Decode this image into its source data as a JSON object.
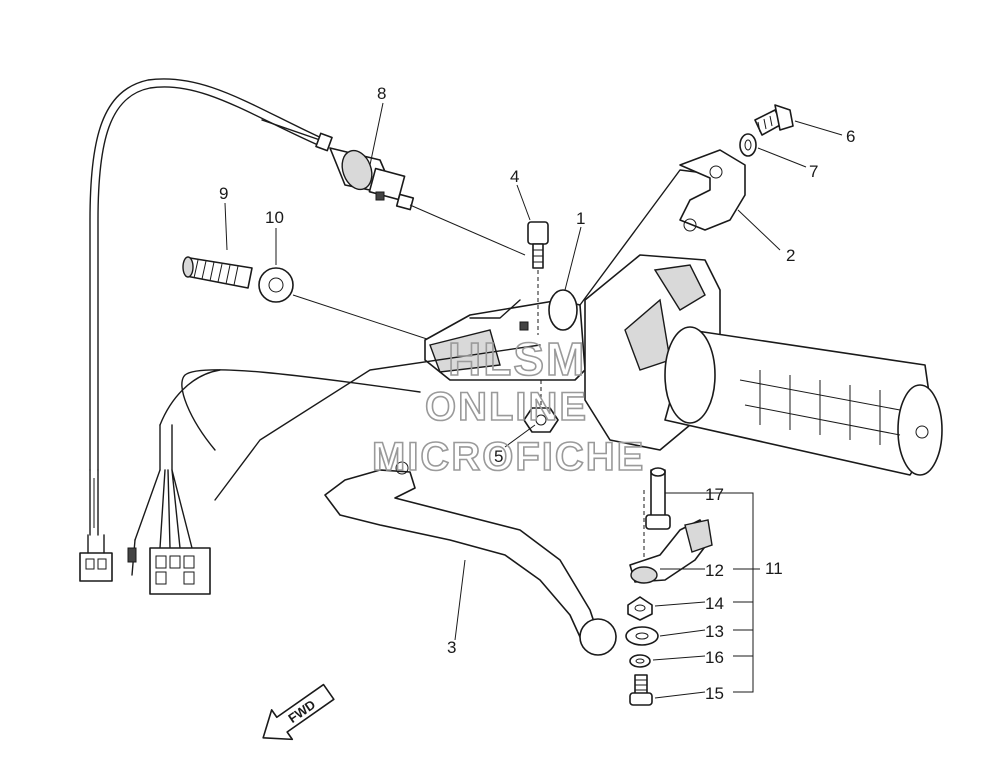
{
  "callouts": [
    {
      "id": "1",
      "label": "1"
    },
    {
      "id": "2",
      "label": "2"
    },
    {
      "id": "3",
      "label": "3"
    },
    {
      "id": "4",
      "label": "4"
    },
    {
      "id": "5",
      "label": "5"
    },
    {
      "id": "6",
      "label": "6"
    },
    {
      "id": "7",
      "label": "7"
    },
    {
      "id": "8",
      "label": "8"
    },
    {
      "id": "9",
      "label": "9"
    },
    {
      "id": "10",
      "label": "10"
    },
    {
      "id": "11",
      "label": "11"
    },
    {
      "id": "12",
      "label": "12"
    },
    {
      "id": "13",
      "label": "13"
    },
    {
      "id": "14",
      "label": "14"
    },
    {
      "id": "15",
      "label": "15"
    },
    {
      "id": "16",
      "label": "16"
    },
    {
      "id": "17",
      "label": "17"
    }
  ],
  "watermark": {
    "line1": "HLSM",
    "line2": "ONLINE",
    "line3": "MICROFICHE"
  },
  "direction_marker": {
    "text": "FWD",
    "icon": "arrow-forward-icon"
  }
}
